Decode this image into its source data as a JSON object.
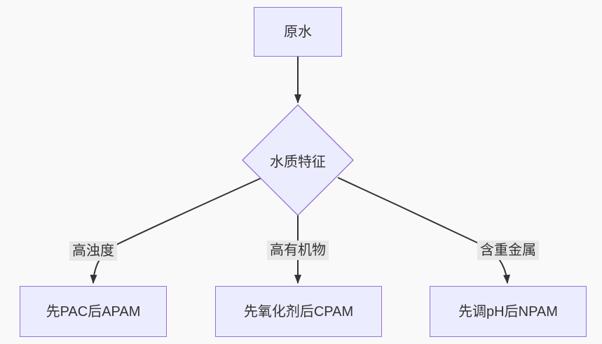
{
  "diagram": {
    "type": "flowchart",
    "direction": "top-down",
    "background_color": "#f9f9f9",
    "node_fill_color": "#ECECFF",
    "node_border_color": "#9370DB",
    "edge_color": "#333333",
    "edge_label_background": "#e8e8e8",
    "text_color": "#333333",
    "nodes": [
      {
        "id": "raw-water",
        "shape": "rectangle",
        "label": "原水"
      },
      {
        "id": "water-quality",
        "shape": "diamond",
        "label": "水质特征"
      },
      {
        "id": "pac-apam",
        "shape": "rectangle",
        "label": "先PAC后APAM"
      },
      {
        "id": "oxidant-cpam",
        "shape": "rectangle",
        "label": "先氧化剂后CPAM"
      },
      {
        "id": "ph-npam",
        "shape": "rectangle",
        "label": "先调pH后NPAM"
      }
    ],
    "edges": [
      {
        "from": "raw-water",
        "to": "water-quality",
        "label": ""
      },
      {
        "from": "water-quality",
        "to": "pac-apam",
        "label": "高浊度"
      },
      {
        "from": "water-quality",
        "to": "oxidant-cpam",
        "label": "高有机物"
      },
      {
        "from": "water-quality",
        "to": "ph-npam",
        "label": "含重金属"
      }
    ]
  }
}
